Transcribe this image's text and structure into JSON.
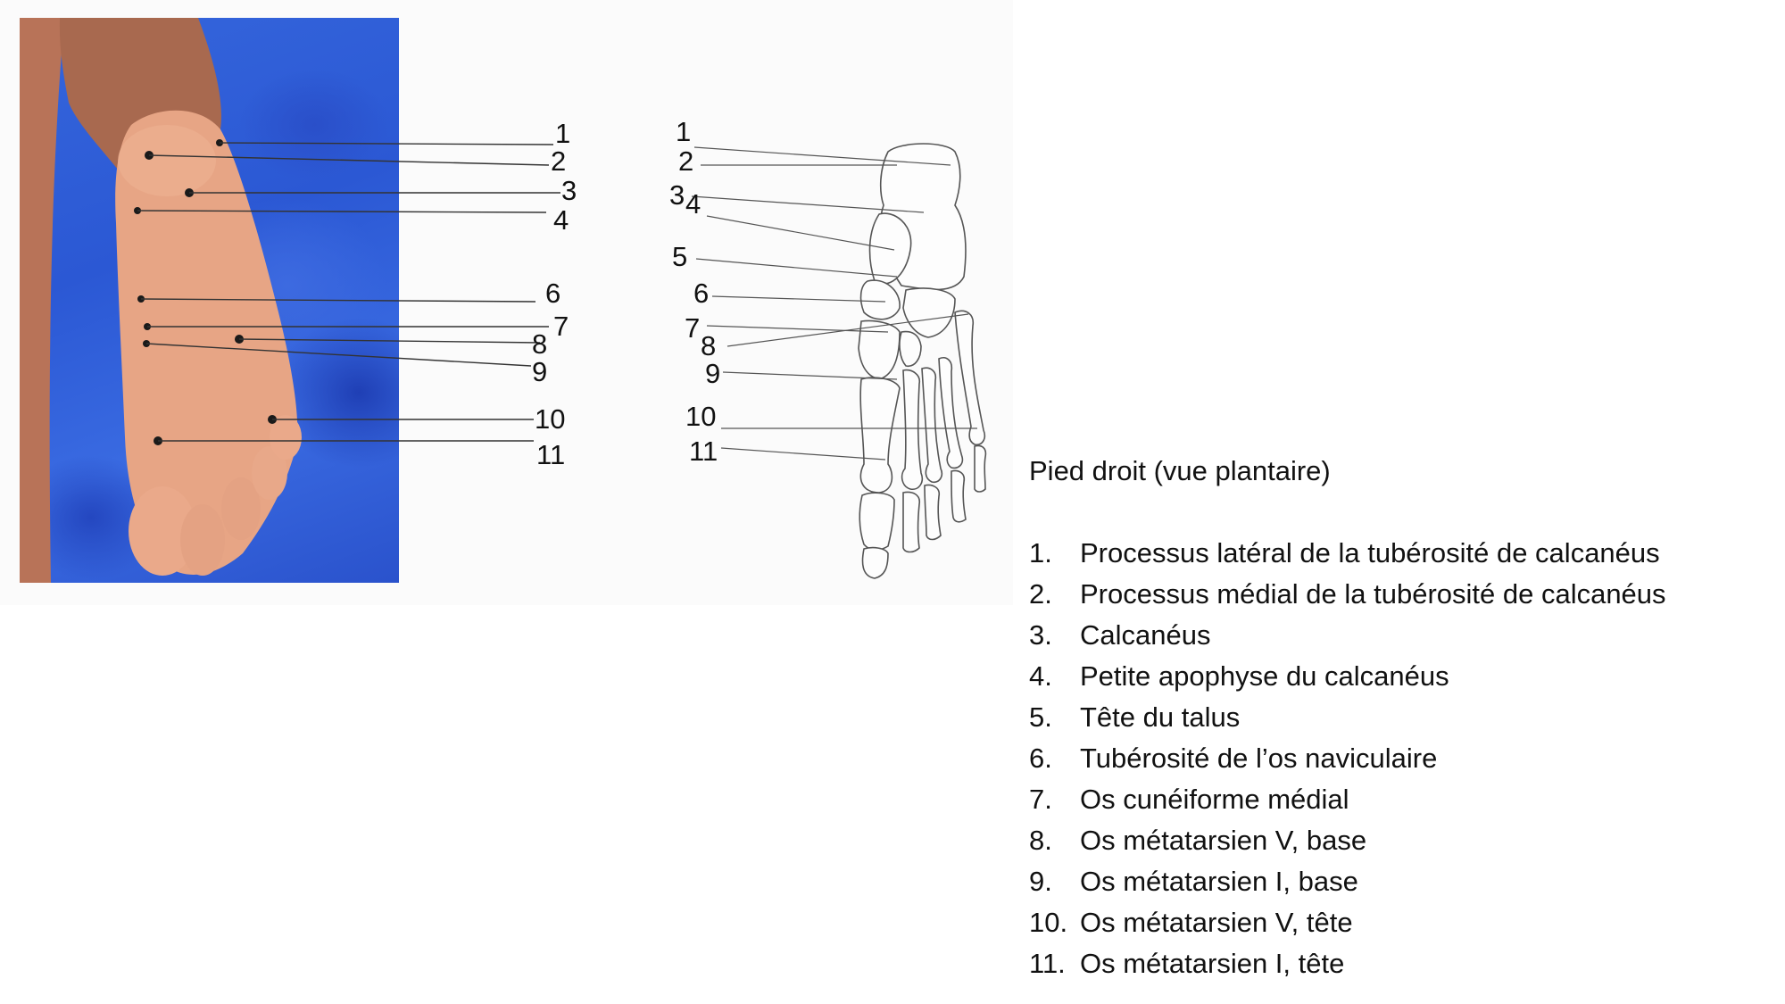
{
  "title": "Pied droit (vue plantaire)",
  "photo_labels": [
    "1",
    "2",
    "3",
    "4",
    "6",
    "7",
    "8",
    "9",
    "10",
    "11"
  ],
  "skeleton_labels": [
    "1",
    "2",
    "3",
    "4",
    "5",
    "6",
    "7",
    "8",
    "9",
    "10",
    "11"
  ],
  "legend": [
    {
      "num": "1.",
      "text": "Processus latéral de la tubérosité de calcanéus"
    },
    {
      "num": "2.",
      "text": "Processus médial de la tubérosité de calcanéus"
    },
    {
      "num": "3.",
      "text": "Calcanéus"
    },
    {
      "num": "4.",
      "text": "Petite apophyse du calcanéus"
    },
    {
      "num": "5.",
      "text": "Tête du talus"
    },
    {
      "num": "6.",
      "text": "Tubérosité de l’os naviculaire"
    },
    {
      "num": "7.",
      "text": "Os cunéiforme médial"
    },
    {
      "num": "8.",
      "text": "Os métatarsien V, base"
    },
    {
      "num": "9.",
      "text": "Os métatarsien I, base"
    },
    {
      "num": "10.",
      "text": "Os métatarsien V, tête"
    },
    {
      "num": "11.",
      "text": "Os métatarsien I, tête"
    }
  ],
  "colors": {
    "background": "#ffffff",
    "panel": "#fbfbfb",
    "photo_backdrop": "#2f5fd8",
    "skin": "#e7a585",
    "marker": "#1a1a1a"
  }
}
